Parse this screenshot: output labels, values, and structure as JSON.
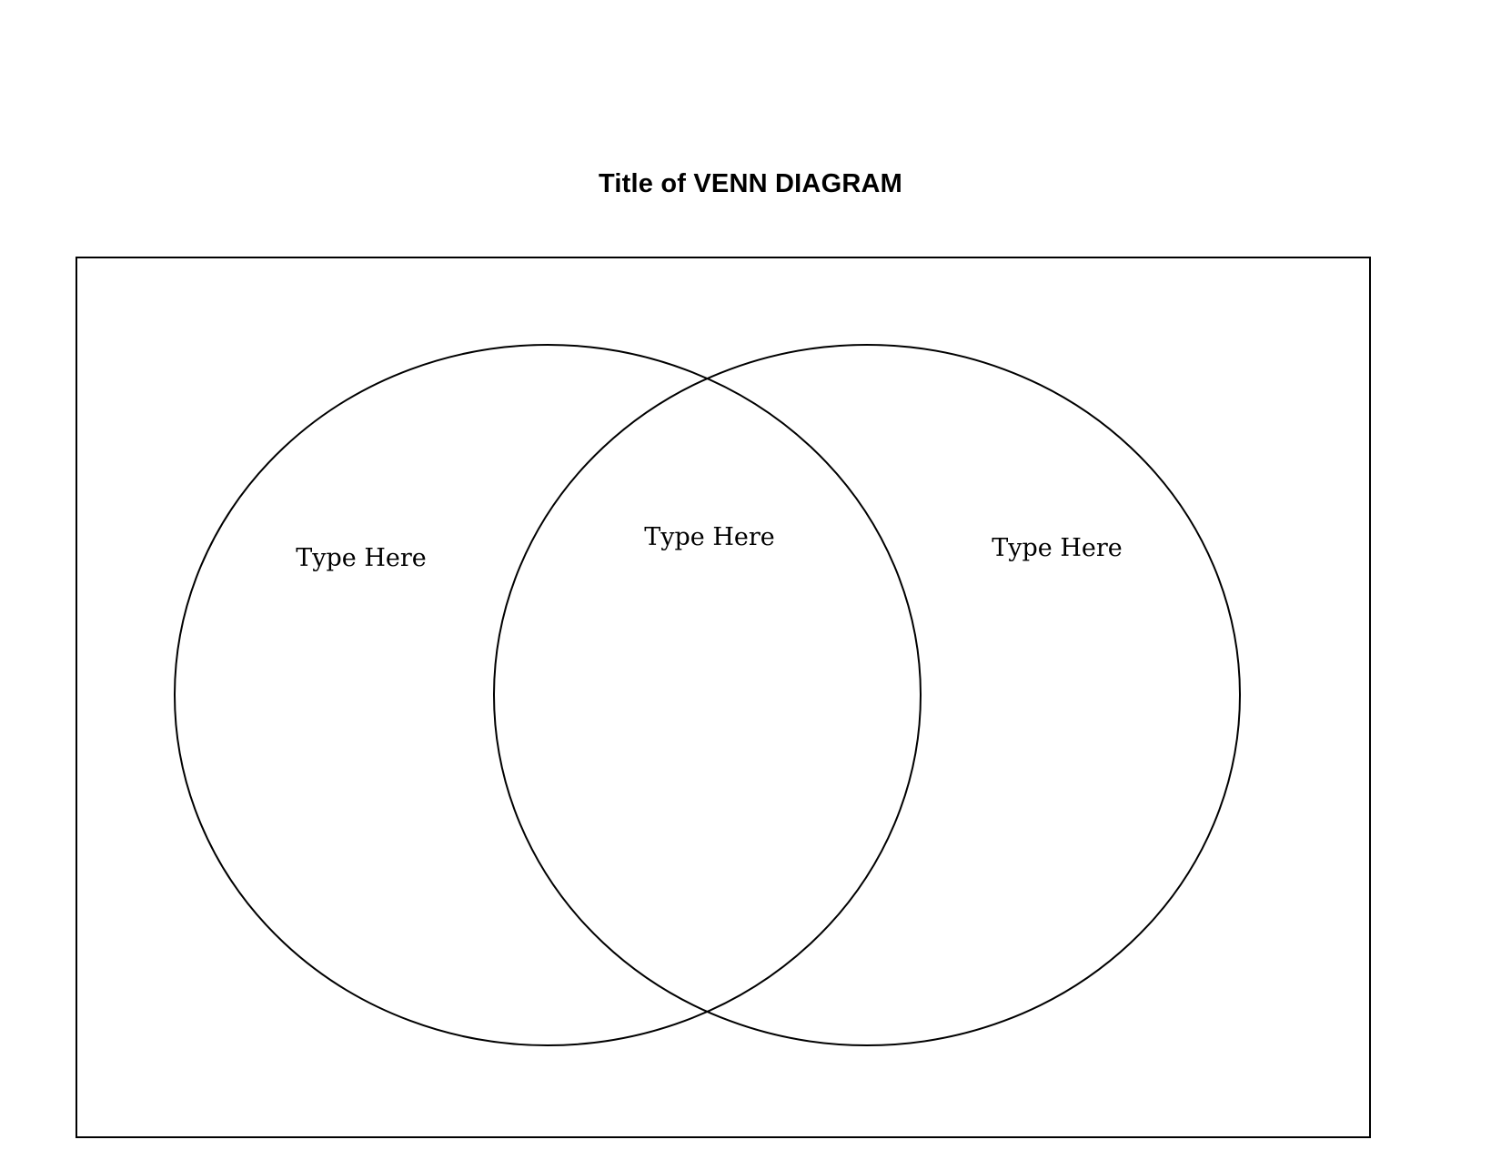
{
  "title": "Title of VENN DIAGRAM",
  "regions": {
    "left": {
      "label": "Type Here"
    },
    "center": {
      "label": "Type Here"
    },
    "right": {
      "label": "Type Here"
    }
  },
  "colors": {
    "stroke": "#000000",
    "background": "#ffffff"
  }
}
